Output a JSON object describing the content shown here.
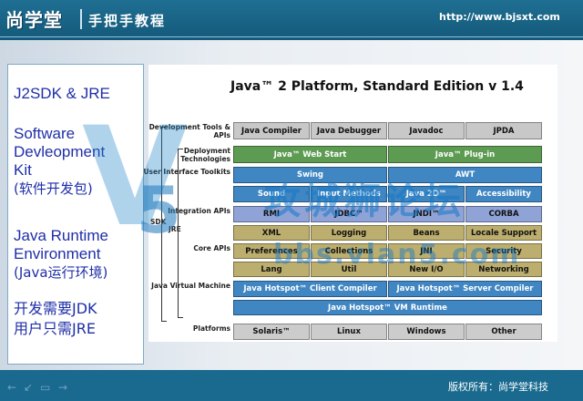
{
  "header": {
    "logo": "尚学堂",
    "tagline": "手把手教程",
    "url": "http://www.bjsxt.com"
  },
  "left_panel": {
    "items": [
      {
        "text": "J2SDK & JRE"
      },
      {
        "line1": "Software",
        "line2": "Devleopment",
        "line3": "Kit",
        "line4": "(软件开发包)"
      },
      {
        "line1": "Java Runtime",
        "line2": "Environment",
        "line3": "(Java运行环境)"
      },
      {
        "line1": "开发需要JDK",
        "line2": "用户只需JRE"
      }
    ]
  },
  "watermark": {
    "letter_v": "V",
    "digit": "5",
    "text": "攻城狮论坛",
    "url": "bbs.vlan5.com"
  },
  "diagram": {
    "title": "Java™ 2 Platform, Standard Edition v 1.4",
    "sdk_label": "SDK",
    "jre_label": "JRE",
    "rows": [
      {
        "label": "Development Tools & APIs",
        "cells": [
          "Java Compiler",
          "Java Debugger",
          "Javadoc",
          "JPDA"
        ]
      },
      {
        "label": "Deployment Technologies",
        "cells": [
          "Java™ Web Start",
          "Java™ Plug-in"
        ]
      },
      {
        "label": "User Interface Toolkits",
        "cells": [
          "Swing",
          "AWT"
        ]
      },
      {
        "label": "",
        "cells": [
          "Sound",
          "Input Methods",
          "Java 2D™",
          "Accessibility"
        ]
      },
      {
        "label": "Integration APIs",
        "cells": [
          "RMI",
          "JDBC™",
          "JNDI™",
          "CORBA"
        ]
      },
      {
        "label": "",
        "cells": [
          "XML",
          "Logging",
          "Beans",
          "Locale Support"
        ]
      },
      {
        "label": "Core APIs",
        "cells": [
          "Preferences",
          "Collections",
          "JNI",
          "Security"
        ]
      },
      {
        "label": "",
        "cells": [
          "Lang",
          "Util",
          "New I/O",
          "Networking"
        ]
      },
      {
        "label": "Java Virtual Machine",
        "cells": [
          "Java Hotspot™ Client Compiler",
          "Java Hotspot™ Server Compiler"
        ]
      },
      {
        "label": "",
        "cells": [
          "Java Hotspot™ VM Runtime"
        ]
      },
      {
        "label": "Platforms",
        "cells": [
          "Solaris™",
          "Linux",
          "Windows",
          "Other"
        ]
      }
    ],
    "colors": {
      "tools": "#c8c8c8",
      "deploy": "#5e9b52",
      "ui": "#3f86c2",
      "integration": "#8fa3d6",
      "core": "#bcae6e",
      "jvm": "#3f86c2",
      "platform": "#cccccc"
    }
  },
  "footer": {
    "copyright": "版权所有：尚学堂科技",
    "nav": [
      "←",
      "↙",
      "▭",
      "→"
    ]
  }
}
